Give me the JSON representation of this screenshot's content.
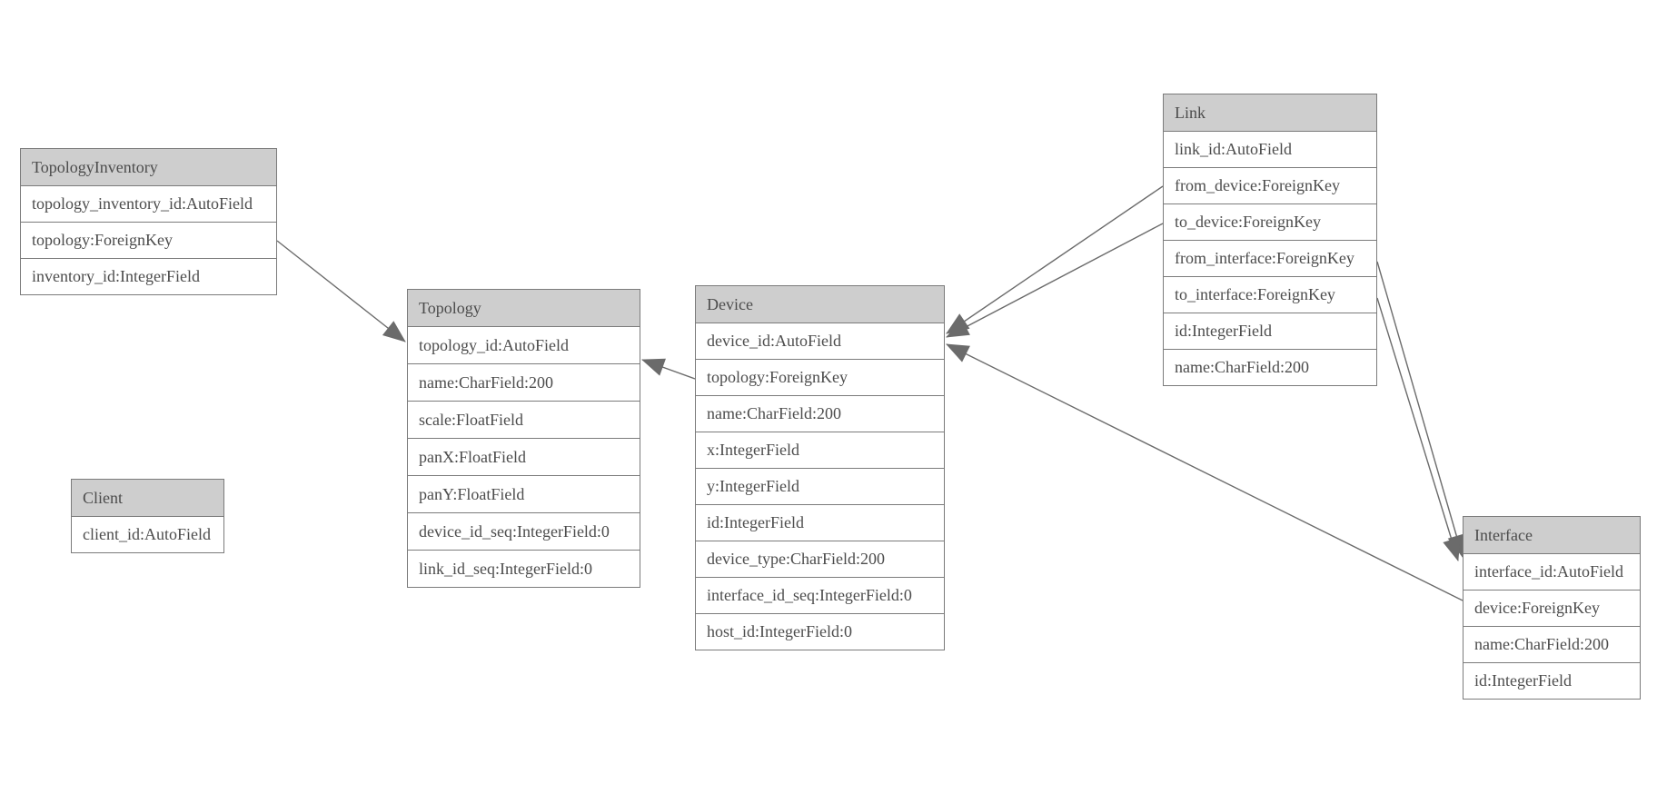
{
  "entities": [
    {
      "name": "TopologyInventory",
      "fields": [
        "topology_inventory_id:AutoField",
        "topology:ForeignKey",
        "inventory_id:IntegerField"
      ]
    },
    {
      "name": "Topology",
      "fields": [
        "topology_id:AutoField",
        "name:CharField:200",
        "scale:FloatField",
        "panX:FloatField",
        "panY:FloatField",
        "device_id_seq:IntegerField:0",
        "link_id_seq:IntegerField:0"
      ]
    },
    {
      "name": "Client",
      "fields": [
        "client_id:AutoField"
      ]
    },
    {
      "name": "Device",
      "fields": [
        "device_id:AutoField",
        "topology:ForeignKey",
        "name:CharField:200",
        "x:IntegerField",
        "y:IntegerField",
        "id:IntegerField",
        "device_type:CharField:200",
        "interface_id_seq:IntegerField:0",
        "host_id:IntegerField:0"
      ]
    },
    {
      "name": "Link",
      "fields": [
        "link_id:AutoField",
        "from_device:ForeignKey",
        "to_device:ForeignKey",
        "from_interface:ForeignKey",
        "to_interface:ForeignKey",
        "id:IntegerField",
        "name:CharField:200"
      ]
    },
    {
      "name": "Interface",
      "fields": [
        "interface_id:AutoField",
        "device:ForeignKey",
        "name:CharField:200",
        "id:IntegerField"
      ]
    }
  ],
  "relationships": [
    {
      "from": "TopologyInventory.topology",
      "to": "Topology"
    },
    {
      "from": "Device.topology",
      "to": "Topology"
    },
    {
      "from": "Link.from_device",
      "to": "Device"
    },
    {
      "from": "Link.to_device",
      "to": "Device"
    },
    {
      "from": "Interface.device",
      "to": "Device"
    },
    {
      "from": "Link.from_interface",
      "to": "Interface"
    },
    {
      "from": "Link.to_interface",
      "to": "Interface"
    }
  ],
  "colors": {
    "header_fill": "#cecece",
    "border": "#7b7b7b",
    "text": "#4c4c4c",
    "edge": "#6b6b6b",
    "background": "#ffffff"
  }
}
